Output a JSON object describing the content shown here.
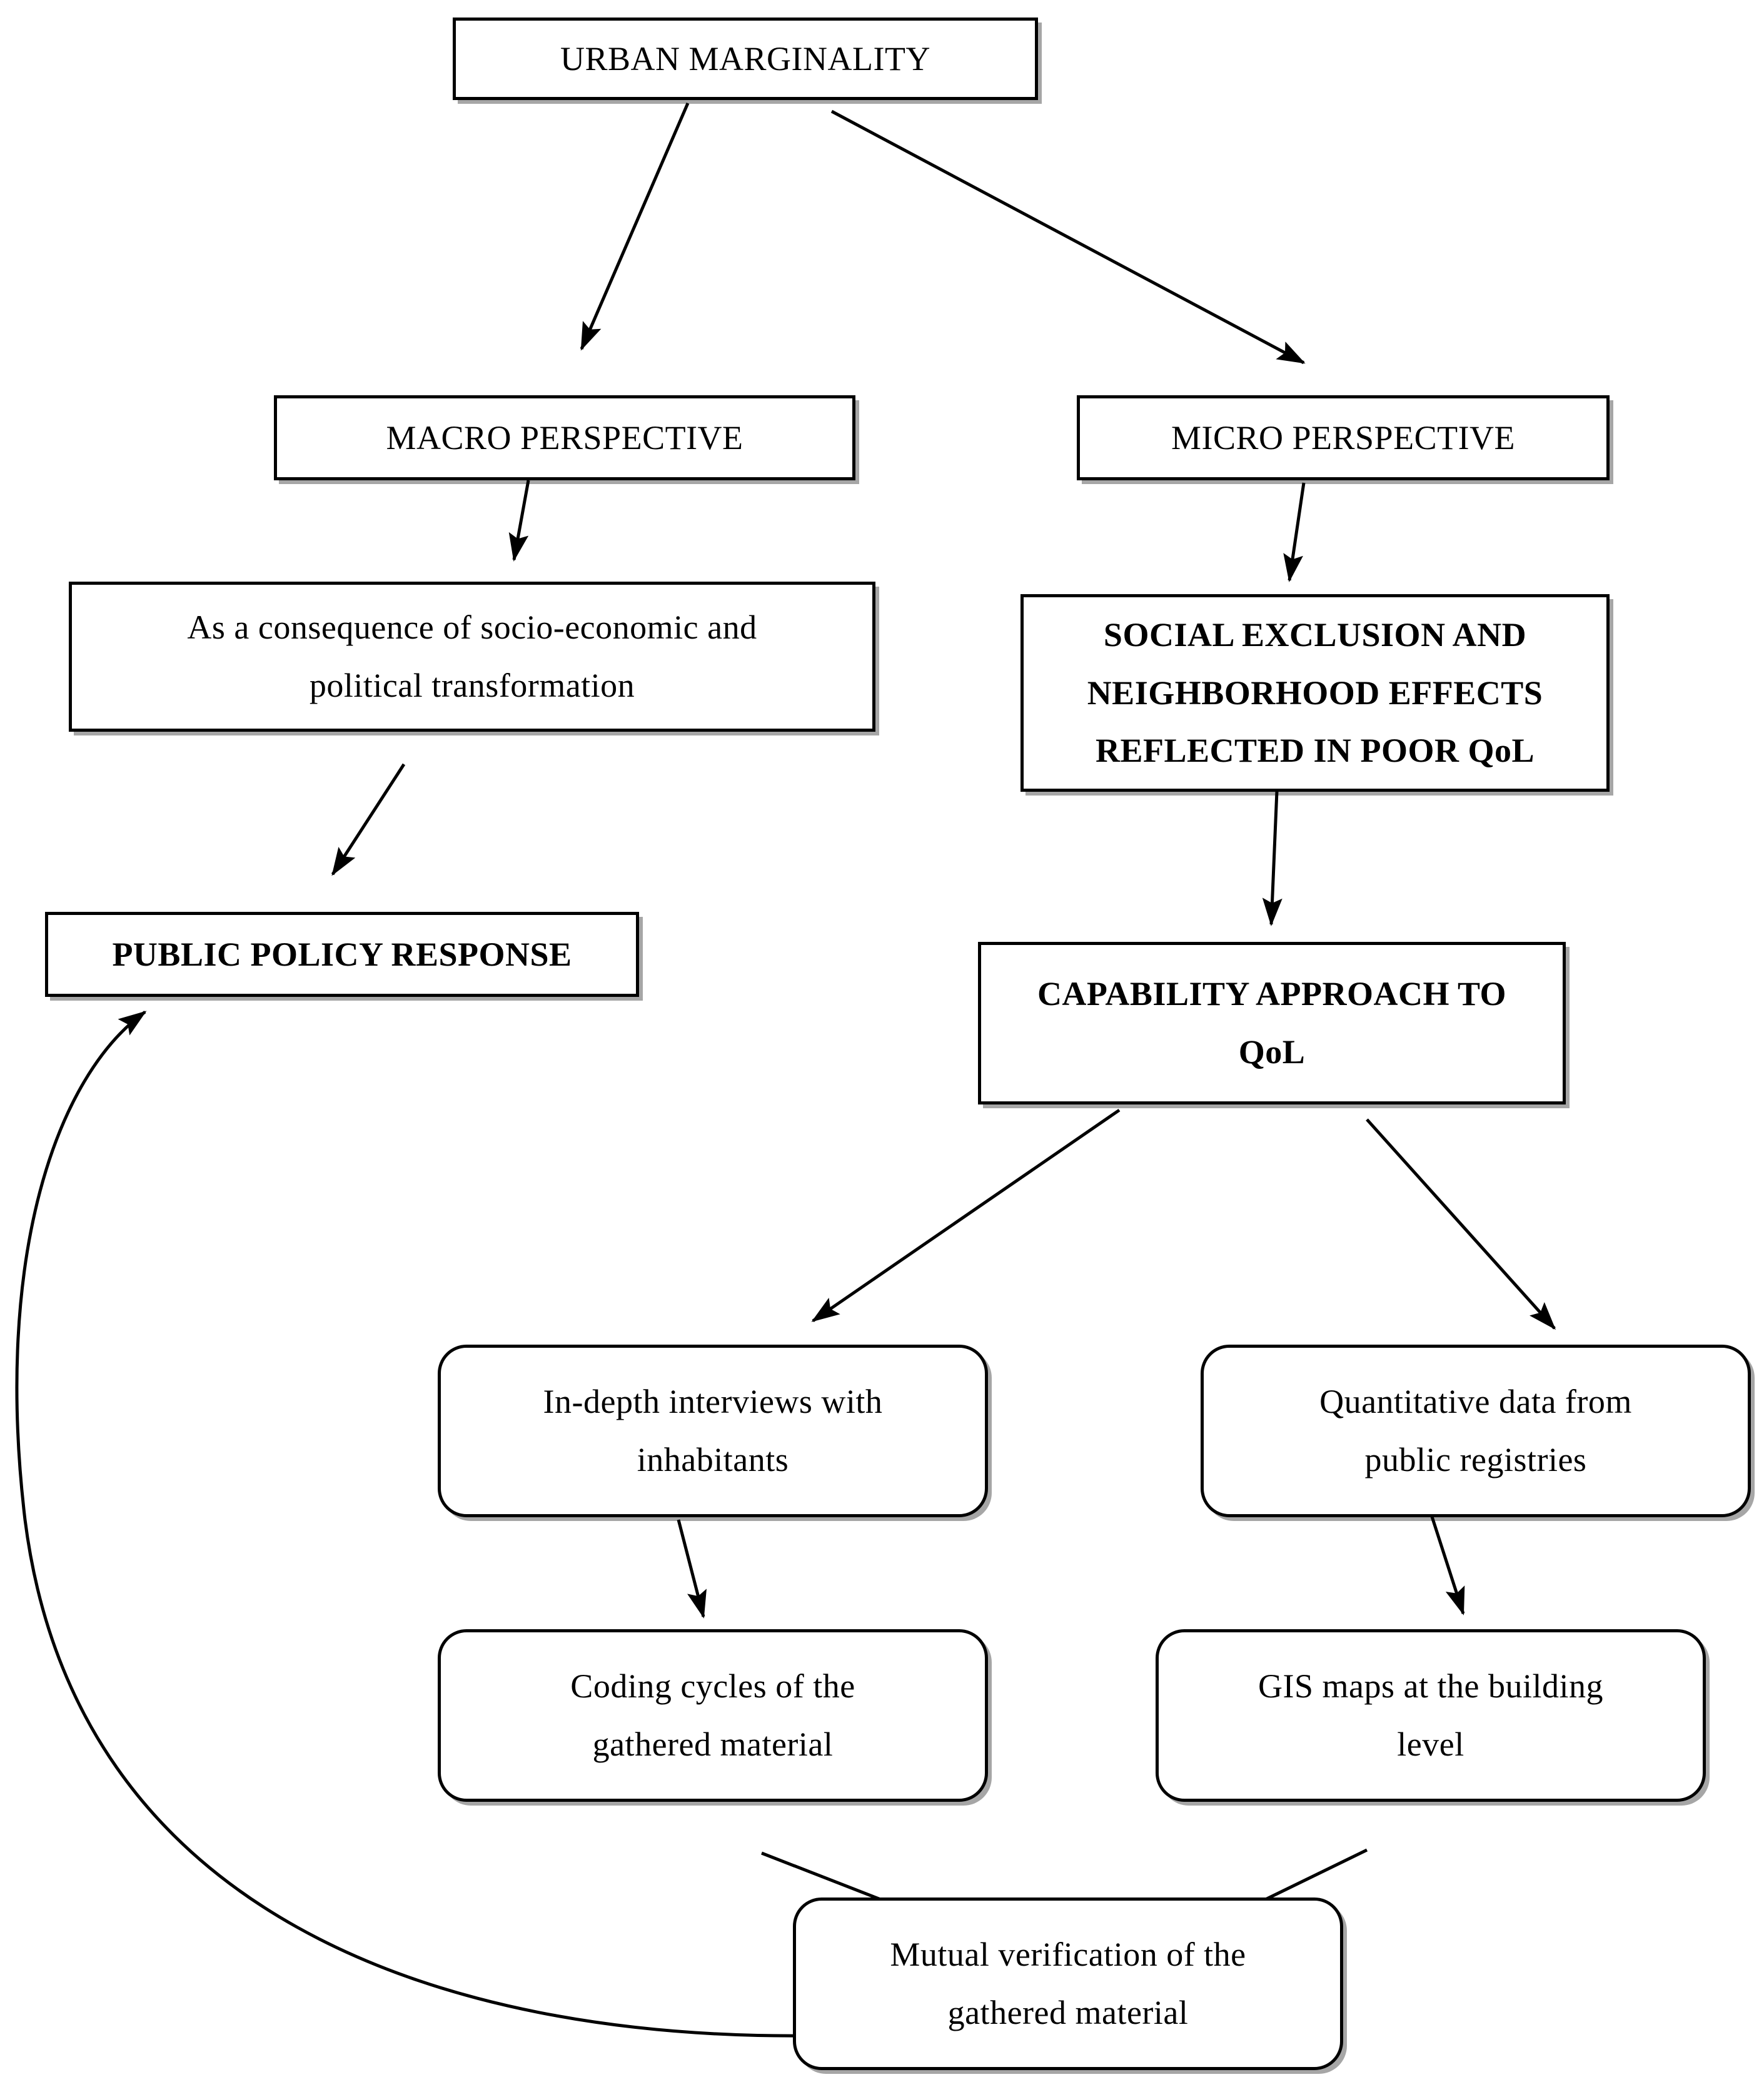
{
  "diagram": {
    "title": "Urban marginality research framework flowchart",
    "background": "#ffffff",
    "stroke": "#000000",
    "nodes": {
      "urban_marginality": {
        "label": "URBAN MARGINALITY",
        "shape": "rectangle",
        "weight": "regular"
      },
      "macro_perspective": {
        "label": "MACRO PERSPECTIVE",
        "shape": "rectangle",
        "weight": "regular"
      },
      "micro_perspective": {
        "label": "MICRO PERSPECTIVE",
        "shape": "rectangle",
        "weight": "regular"
      },
      "socio_economic": {
        "line1": "As a consequence of socio-economic and",
        "line2": "political transformation",
        "shape": "rectangle",
        "weight": "regular"
      },
      "social_exclusion": {
        "line1": "SOCIAL EXCLUSION AND",
        "line2": "NEIGHBORHOOD EFFECTS",
        "line3": "REFLECTED IN POOR QoL",
        "shape": "rectangle",
        "weight": "bold"
      },
      "public_policy": {
        "label": "PUBLIC POLICY RESPONSE",
        "shape": "rectangle",
        "weight": "bold"
      },
      "capability_approach": {
        "line1": "CAPABILITY APPROACH TO",
        "line2": "QoL",
        "shape": "rectangle",
        "weight": "bold"
      },
      "interviews": {
        "line1": "In-depth interviews with",
        "line2": "inhabitants",
        "shape": "rounded-rectangle",
        "weight": "regular"
      },
      "quantitative_data": {
        "line1": "Quantitative data from",
        "line2": "public registries",
        "shape": "rounded-rectangle",
        "weight": "regular"
      },
      "coding_cycles": {
        "line1": "Coding cycles of the",
        "line2": "gathered material",
        "shape": "rounded-rectangle",
        "weight": "regular"
      },
      "gis_maps": {
        "line1": "GIS maps at the building",
        "line2": "level",
        "shape": "rounded-rectangle",
        "weight": "regular"
      },
      "mutual_verification": {
        "line1": "Mutual verification of the",
        "line2": "gathered material",
        "shape": "rounded-rectangle",
        "weight": "regular"
      }
    },
    "edges": [
      {
        "from": "urban_marginality",
        "to": "macro_perspective",
        "type": "straight-arrow"
      },
      {
        "from": "urban_marginality",
        "to": "micro_perspective",
        "type": "straight-arrow"
      },
      {
        "from": "macro_perspective",
        "to": "socio_economic",
        "type": "straight-arrow"
      },
      {
        "from": "micro_perspective",
        "to": "social_exclusion",
        "type": "straight-arrow"
      },
      {
        "from": "socio_economic",
        "to": "public_policy",
        "type": "straight-arrow"
      },
      {
        "from": "social_exclusion",
        "to": "capability_approach",
        "type": "straight-arrow"
      },
      {
        "from": "capability_approach",
        "to": "interviews",
        "type": "straight-arrow"
      },
      {
        "from": "capability_approach",
        "to": "quantitative_data",
        "type": "straight-arrow"
      },
      {
        "from": "interviews",
        "to": "coding_cycles",
        "type": "straight-arrow"
      },
      {
        "from": "quantitative_data",
        "to": "gis_maps",
        "type": "straight-arrow"
      },
      {
        "from": "coding_cycles",
        "to": "mutual_verification",
        "type": "straight-arrow"
      },
      {
        "from": "gis_maps",
        "to": "mutual_verification",
        "type": "straight-arrow"
      },
      {
        "from": "mutual_verification",
        "to": "public_policy",
        "type": "curved-feedback-arrow"
      }
    ]
  }
}
